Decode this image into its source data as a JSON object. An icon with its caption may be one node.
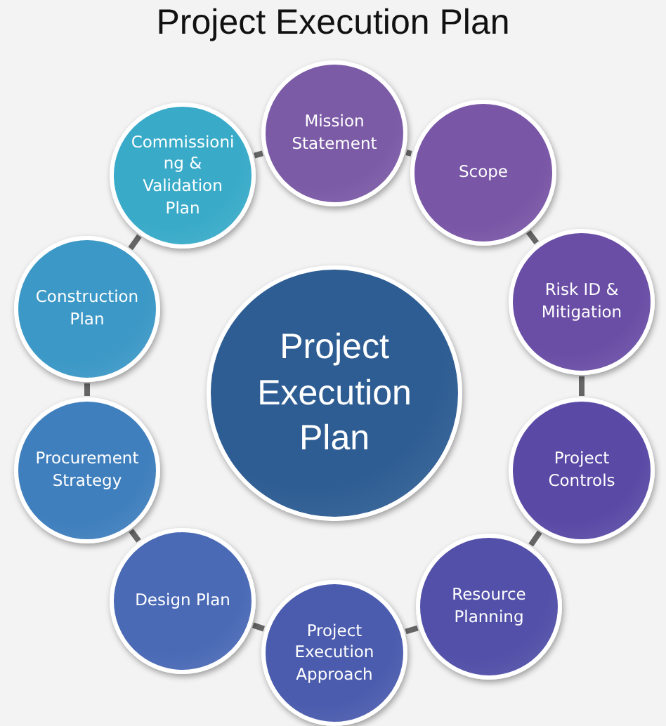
{
  "diagram": {
    "title": "Project Execution Plan",
    "nodes": [
      {
        "text": [
          "Mission Statement"
        ]
      },
      {
        "text": [
          "Scope"
        ]
      },
      {
        "text": [
          "Risk ID & Mitigation"
        ]
      },
      {
        "text": [
          "Project Controls"
        ]
      },
      {
        "text": [
          "Resource Planning"
        ]
      },
      {
        "text": [
          "Project Execution Approach"
        ]
      },
      {
        "text": [
          "Design Plan"
        ]
      },
      {
        "text": [
          "Procurement Strategy"
        ]
      },
      {
        "text": [
          "Construction Plan"
        ]
      },
      {
        "text": [
          "Commissioning & Validation Plan"
        ]
      },
      {
        "text": [
          "Project Execution Plan"
        ]
      }
    ],
    "edges": [
      {
        "from": 0,
        "to": 1,
        "arrow": "none"
      },
      {
        "from": 1,
        "to": 2,
        "arrow": "none"
      },
      {
        "from": 2,
        "to": 3,
        "arrow": "none"
      },
      {
        "from": 3,
        "to": 4,
        "arrow": "none"
      },
      {
        "from": 4,
        "to": 5,
        "arrow": "none"
      },
      {
        "from": 5,
        "to": 6,
        "arrow": "none"
      },
      {
        "from": 6,
        "to": 7,
        "arrow": "none"
      },
      {
        "from": 7,
        "to": 8,
        "arrow": "none"
      },
      {
        "from": 8,
        "to": 9,
        "arrow": "none"
      },
      {
        "from": 9,
        "to": 0,
        "arrow": "none"
      }
    ]
  }
}
